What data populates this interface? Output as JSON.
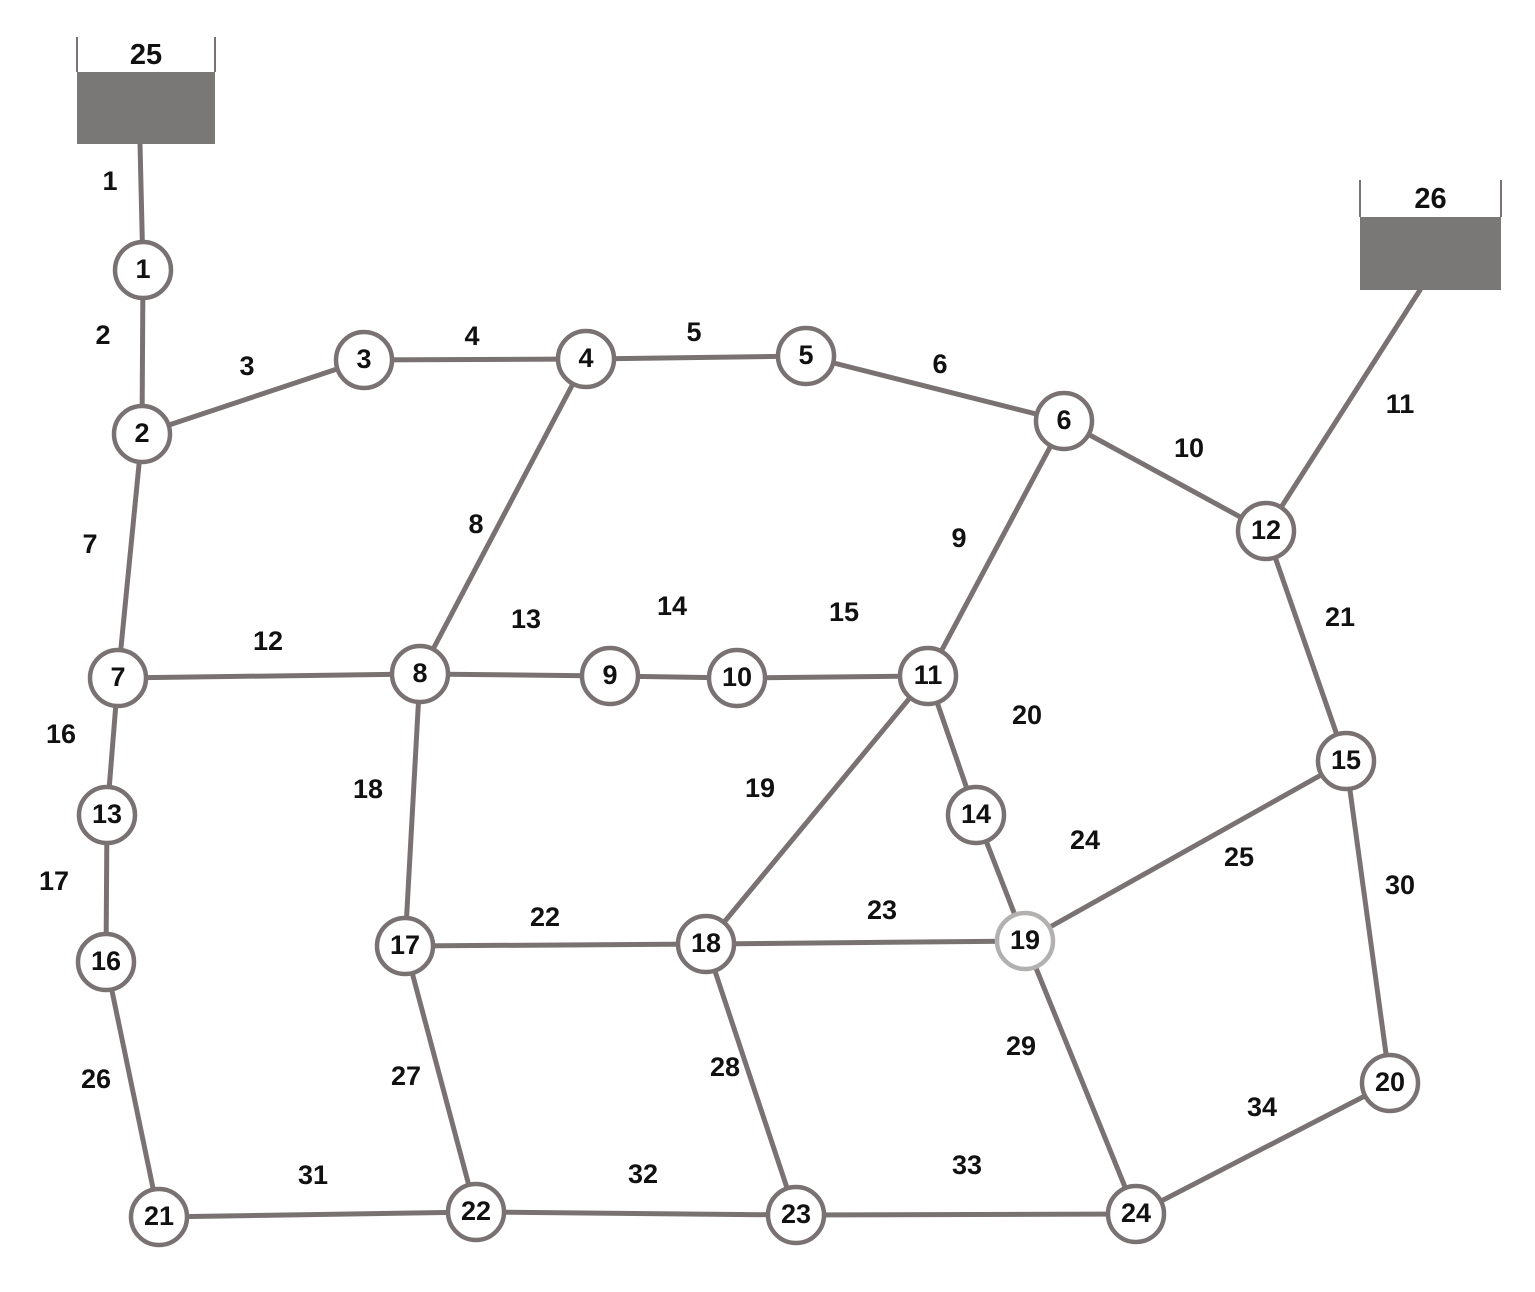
{
  "reservoirs": [
    {
      "id": "25",
      "label": "25"
    },
    {
      "id": "26",
      "label": "26"
    }
  ],
  "nodes": [
    {
      "id": "1",
      "label": "1"
    },
    {
      "id": "2",
      "label": "2"
    },
    {
      "id": "3",
      "label": "3"
    },
    {
      "id": "4",
      "label": "4"
    },
    {
      "id": "5",
      "label": "5"
    },
    {
      "id": "6",
      "label": "6"
    },
    {
      "id": "7",
      "label": "7"
    },
    {
      "id": "8",
      "label": "8"
    },
    {
      "id": "9",
      "label": "9"
    },
    {
      "id": "10",
      "label": "10"
    },
    {
      "id": "11",
      "label": "11"
    },
    {
      "id": "12",
      "label": "12"
    },
    {
      "id": "13",
      "label": "13"
    },
    {
      "id": "14",
      "label": "14"
    },
    {
      "id": "15",
      "label": "15"
    },
    {
      "id": "16",
      "label": "16"
    },
    {
      "id": "17",
      "label": "17"
    },
    {
      "id": "18",
      "label": "18"
    },
    {
      "id": "19",
      "label": "19"
    },
    {
      "id": "20",
      "label": "20"
    },
    {
      "id": "21",
      "label": "21"
    },
    {
      "id": "22",
      "label": "22"
    },
    {
      "id": "23",
      "label": "23"
    },
    {
      "id": "24",
      "label": "24"
    }
  ],
  "pipes": [
    {
      "label": "1",
      "from": "25",
      "to": "1"
    },
    {
      "label": "2",
      "from": "1",
      "to": "2"
    },
    {
      "label": "3",
      "from": "2",
      "to": "3"
    },
    {
      "label": "4",
      "from": "3",
      "to": "4"
    },
    {
      "label": "5",
      "from": "4",
      "to": "5"
    },
    {
      "label": "6",
      "from": "5",
      "to": "6"
    },
    {
      "label": "7",
      "from": "2",
      "to": "7"
    },
    {
      "label": "8",
      "from": "4",
      "to": "8"
    },
    {
      "label": "9",
      "from": "6",
      "to": "11"
    },
    {
      "label": "10",
      "from": "6",
      "to": "12"
    },
    {
      "label": "11",
      "from": "26",
      "to": "12"
    },
    {
      "label": "12",
      "from": "7",
      "to": "8"
    },
    {
      "label": "13",
      "from": "8",
      "to": "9"
    },
    {
      "label": "14",
      "from": "9",
      "to": "10"
    },
    {
      "label": "15",
      "from": "10",
      "to": "11"
    },
    {
      "label": "16",
      "from": "7",
      "to": "13"
    },
    {
      "label": "17",
      "from": "13",
      "to": "16"
    },
    {
      "label": "18",
      "from": "8",
      "to": "17"
    },
    {
      "label": "19",
      "from": "11",
      "to": "18"
    },
    {
      "label": "20",
      "from": "11",
      "to": "14"
    },
    {
      "label": "21",
      "from": "12",
      "to": "15"
    },
    {
      "label": "22",
      "from": "17",
      "to": "18"
    },
    {
      "label": "23",
      "from": "18",
      "to": "19"
    },
    {
      "label": "24",
      "from": "14",
      "to": "19"
    },
    {
      "label": "25",
      "from": "19",
      "to": "15"
    },
    {
      "label": "26",
      "from": "16",
      "to": "21"
    },
    {
      "label": "27",
      "from": "17",
      "to": "22"
    },
    {
      "label": "28",
      "from": "18",
      "to": "23"
    },
    {
      "label": "29",
      "from": "19",
      "to": "24"
    },
    {
      "label": "30",
      "from": "15",
      "to": "20"
    },
    {
      "label": "31",
      "from": "21",
      "to": "22"
    },
    {
      "label": "32",
      "from": "22",
      "to": "23"
    },
    {
      "label": "33",
      "from": "23",
      "to": "24"
    },
    {
      "label": "34",
      "from": "24",
      "to": "20"
    }
  ]
}
